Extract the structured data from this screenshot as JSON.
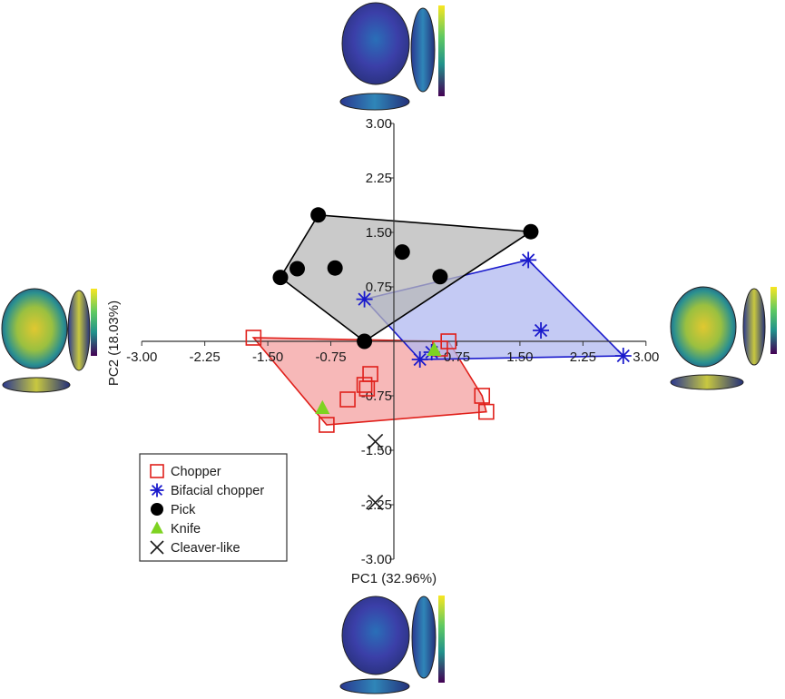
{
  "chart_data": {
    "type": "scatter",
    "xlabel": "PC1 (32.96%)",
    "ylabel": "PC2 (18.03%)",
    "xlim": [
      -3.0,
      3.0
    ],
    "ylim": [
      -3.0,
      3.0
    ],
    "x_ticks": [
      "-3.00",
      "-2.25",
      "-1.50",
      "-0.75",
      "0.75",
      "1.50",
      "2.25",
      "3.00"
    ],
    "y_ticks": [
      "3.00",
      "2.25",
      "1.50",
      "0.75",
      "-0.75",
      "-1.50",
      "-2.25",
      "-3.00"
    ],
    "grid": false,
    "legend_position": "bottom-left",
    "series": [
      {
        "name": "Chopper",
        "marker": "open-square",
        "color": "#e0201b",
        "hull_fill": "#f4a0a0",
        "points": [
          [
            -1.67,
            0.05
          ],
          [
            -0.8,
            -1.15
          ],
          [
            -0.55,
            -0.8
          ],
          [
            -0.35,
            -0.6
          ],
          [
            -0.28,
            -0.45
          ],
          [
            -0.32,
            -0.65
          ],
          [
            0.65,
            0.0
          ],
          [
            0.55,
            -0.1
          ],
          [
            1.05,
            -0.75
          ],
          [
            1.1,
            -0.97
          ]
        ]
      },
      {
        "name": "Bifacial chopper",
        "marker": "asterisk",
        "color": "#1a1acc",
        "hull_fill": "#b0b8f0",
        "points": [
          [
            -0.35,
            0.58
          ],
          [
            0.31,
            -0.25
          ],
          [
            1.6,
            1.12
          ],
          [
            1.75,
            0.15
          ],
          [
            2.73,
            -0.2
          ],
          [
            0.45,
            -0.15
          ]
        ]
      },
      {
        "name": "Pick",
        "marker": "filled-circle",
        "color": "#000000",
        "hull_fill": "#b8b8b8",
        "points": [
          [
            -1.35,
            0.88
          ],
          [
            -1.15,
            1.0
          ],
          [
            -0.9,
            1.74
          ],
          [
            -0.7,
            1.01
          ],
          [
            -0.35,
            0.0
          ],
          [
            0.1,
            1.23
          ],
          [
            0.55,
            0.89
          ],
          [
            1.63,
            1.51
          ]
        ]
      },
      {
        "name": "Knife",
        "marker": "filled-triangle",
        "color": "#7ed321",
        "points": [
          [
            -0.85,
            -0.92
          ],
          [
            0.48,
            -0.12
          ]
        ]
      },
      {
        "name": "Cleaver-like",
        "marker": "x",
        "color": "#1a1a1a",
        "points": [
          [
            -0.22,
            -1.38
          ],
          [
            -0.22,
            -2.22
          ]
        ]
      }
    ]
  }
}
